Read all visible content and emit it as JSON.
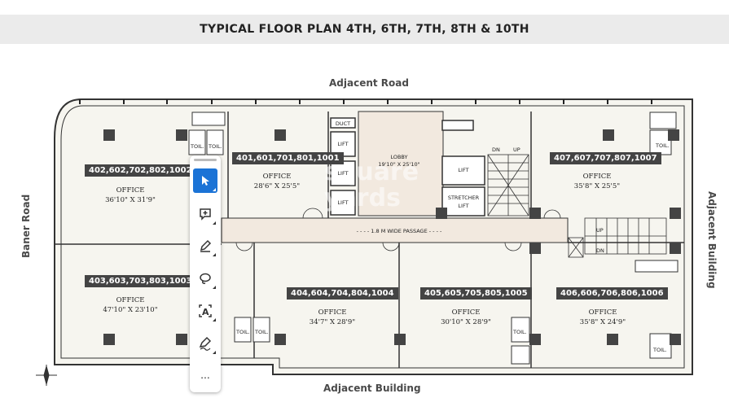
{
  "title": "TYPICAL FLOOR PLAN  4TH, 6TH, 7TH, 8TH & 10TH",
  "roads": {
    "top": "Adjacent Road",
    "bottom": "Adjacent Building",
    "left": "Baner Road",
    "right": "Adjacent Building"
  },
  "units": [
    {
      "tag": "402,602,702,802,1002",
      "name": "OFFICE",
      "size": "36'10\" X 31'9\""
    },
    {
      "tag": "401,601,701,801,1001",
      "name": "OFFICE",
      "size": "28'6\" X 25'5\""
    },
    {
      "tag": "407,607,707,807,1007",
      "name": "OFFICE",
      "size": "35'8\" X 25'5\""
    },
    {
      "tag": "403,603,703,803,1003",
      "name": "OFFICE",
      "size": "47'10\" X 23'10\""
    },
    {
      "tag": "404,604,704,804,1004",
      "name": "OFFICE",
      "size": "34'7\" X 28'9\""
    },
    {
      "tag": "405,605,705,805,1005",
      "name": "OFFICE",
      "size": "30'10\" X 28'9\""
    },
    {
      "tag": "406,606,706,806,1006",
      "name": "OFFICE",
      "size": "35'8\" X 24'9\""
    }
  ],
  "core": {
    "lobby": "LOBBY",
    "lobby_size": "19'10\" X 25'10\"",
    "lift": "LIFT",
    "stretcher": "STRETCHER",
    "stretcher_lift": "LIFT",
    "duct": "DUCT",
    "passage": "- - - - 1.8 M WIDE PASSAGE - - - -",
    "dn": "DN",
    "up": "UP",
    "toil": "TOIL."
  },
  "watermark": "square\nyards",
  "toolbar": {
    "tools": [
      "select-icon",
      "add-comment-icon",
      "pen-icon",
      "lasso-icon",
      "text-select-icon",
      "sign-icon"
    ],
    "more": "..."
  },
  "colors": {
    "floor": "#f6f5ef",
    "core": "#f2e9df",
    "wall": "#333333",
    "tag_bg": "#444444",
    "accent": "#1b73d6"
  }
}
